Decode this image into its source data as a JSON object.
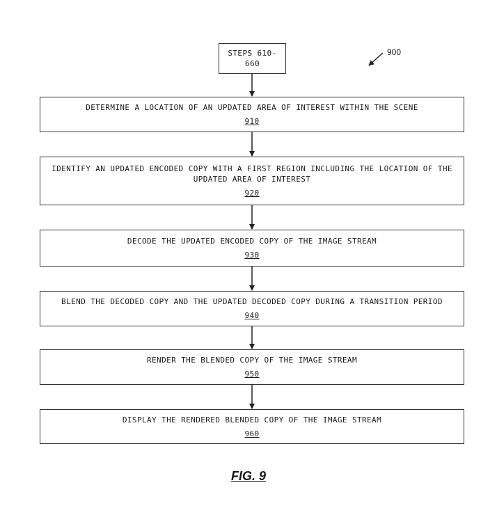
{
  "start": {
    "label": "STEPS 610-660"
  },
  "reference": "900",
  "steps": [
    {
      "text": "DETERMINE A LOCATION OF AN UPDATED AREA OF INTEREST WITHIN THE SCENE",
      "number": "910"
    },
    {
      "text": "IDENTIFY AN UPDATED ENCODED COPY WITH A FIRST REGION INCLUDING THE LOCATION OF THE UPDATED AREA OF INTEREST",
      "number": "920"
    },
    {
      "text": "DECODE THE UPDATED ENCODED COPY OF THE IMAGE STREAM",
      "number": "930"
    },
    {
      "text": "BLEND THE DECODED COPY AND THE UPDATED DECODED COPY DURING A TRANSITION PERIOD",
      "number": "940"
    },
    {
      "text": "RENDER THE BLENDED COPY OF THE IMAGE STREAM",
      "number": "950"
    },
    {
      "text": "DISPLAY THE RENDERED BLENDED COPY OF THE IMAGE STREAM",
      "number": "960"
    }
  ],
  "figure_label": "FIG. 9"
}
